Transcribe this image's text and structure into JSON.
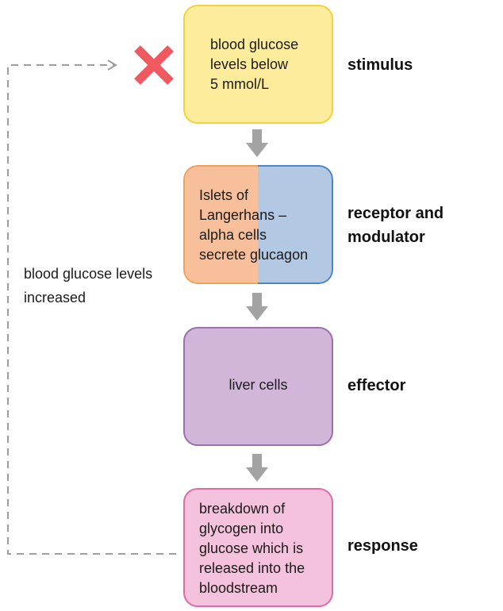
{
  "boxes": {
    "stimulus": {
      "lines": [
        "blood glucose",
        "levels below",
        "5 mmol/L"
      ],
      "fill": "#fdec9c",
      "border": "#f4d23b"
    },
    "receptor": {
      "lines": [
        "Islets of",
        "Langerhans –",
        "alpha cells",
        "secrete glucagon"
      ],
      "fill_left": "#f7c09b",
      "fill_right": "#b2c8e3",
      "border_left": "#f0a15a",
      "border_right": "#4a86c5"
    },
    "effector": {
      "lines": [
        "liver cells"
      ],
      "fill": "#d1b6da",
      "border": "#9b6fb0"
    },
    "response": {
      "lines": [
        "breakdown of",
        "glycogen into",
        "glucose which is",
        "released into the",
        "bloodstream"
      ],
      "fill": "#f4c2dc",
      "border": "#e06aa8"
    }
  },
  "labels": {
    "stimulus": "stimulus",
    "receptor_line1": "receptor and",
    "receptor_line2": "modulator",
    "effector": "effector",
    "response": "response"
  },
  "feedback": {
    "line1": "blood glucose levels",
    "line2": "increased",
    "cross_color": "#ef5a60",
    "line_color": "#9e9e9e"
  },
  "arrow_color": "#a3a3a3"
}
